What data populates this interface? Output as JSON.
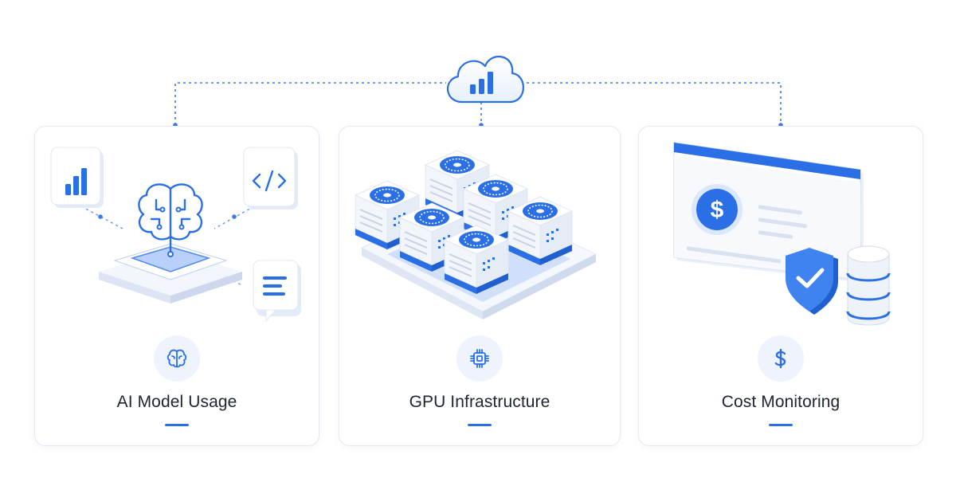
{
  "accent_color": "#2a6fe6",
  "hub": {
    "icon": "cloud-analytics-icon"
  },
  "cards": [
    {
      "title": "AI Model Usage",
      "icon": "brain-icon"
    },
    {
      "title": "GPU Infrastructure",
      "icon": "chip-icon"
    },
    {
      "title": "Cost Monitoring",
      "icon": "dollar-icon",
      "illustration_symbol": "$"
    }
  ]
}
